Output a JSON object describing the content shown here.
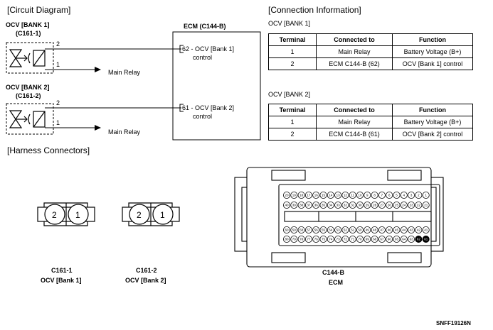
{
  "sections": {
    "circuit": "[Circuit Diagram]",
    "connection": "[Connection Information]",
    "harness": "[Harness Connectors]"
  },
  "ocv": [
    {
      "name": "OCV [BANK 1]",
      "conn": "(C161-1)",
      "pin_top": "2",
      "pin_bottom": "1",
      "relay": "Main Relay"
    },
    {
      "name": "OCV [BANK 2]",
      "conn": "(C161-2)",
      "pin_top": "2",
      "pin_bottom": "1",
      "relay": "Main Relay"
    }
  ],
  "ecm": {
    "title": "ECM (C144-B)",
    "pins": [
      {
        "num": "62",
        "label": " - OCV [Bank 1]",
        "label2": "control"
      },
      {
        "num": "61",
        "label": " - OCV [Bank 2]",
        "label2": "control"
      }
    ]
  },
  "tables": [
    {
      "title": "OCV [BANK 1]",
      "headers": [
        "Terminal",
        "Connected to",
        "Function"
      ],
      "rows": [
        [
          "1",
          "Main Relay",
          "Battery Voltage (B+)"
        ],
        [
          "2",
          "ECM C144-B (62)",
          "OCV [Bank 1] control"
        ]
      ]
    },
    {
      "title": "OCV [BANK 2]",
      "headers": [
        "Terminal",
        "Connected to",
        "Function"
      ],
      "rows": [
        [
          "1",
          "Main Relay",
          "Battery Voltage (B+)"
        ],
        [
          "2",
          "ECM C144-B (61)",
          "OCV [Bank 2] control"
        ]
      ]
    }
  ],
  "connectors": [
    {
      "pin_a": "2",
      "pin_b": "1",
      "id": "C161-1",
      "name": "OCV [Bank 1]"
    },
    {
      "pin_a": "2",
      "pin_b": "1",
      "id": "C161-2",
      "name": "OCV [Bank 2]"
    }
  ],
  "ecm_connector": {
    "id": "C144-B",
    "name": "ECM",
    "row1": [
      "20",
      "19",
      "18",
      "17",
      "16",
      "15",
      "14",
      "13",
      "12",
      "11",
      "10",
      "9",
      "8",
      "7",
      "6",
      "5",
      "4",
      "3",
      "2",
      "1"
    ],
    "row2": [
      "40",
      "39",
      "38",
      "37",
      "36",
      "35",
      "34",
      "33",
      "32",
      "31",
      "30",
      "29",
      "28",
      "27",
      "26",
      "25",
      "24",
      "23",
      "22",
      "21"
    ],
    "row3": [
      "60",
      "59",
      "58",
      "57",
      "56",
      "55",
      "54",
      "53",
      "52",
      "51",
      "50",
      "49",
      "48",
      "47",
      "46",
      "45",
      "44",
      "43",
      "42",
      "41"
    ],
    "row4": [
      "80",
      "79",
      "78",
      "77",
      "76",
      "75",
      "74",
      "73",
      "72",
      "71",
      "70",
      "69",
      "68",
      "67",
      "66",
      "65",
      "64",
      "63",
      "62",
      "61"
    ]
  },
  "code": "SNFF19126N"
}
